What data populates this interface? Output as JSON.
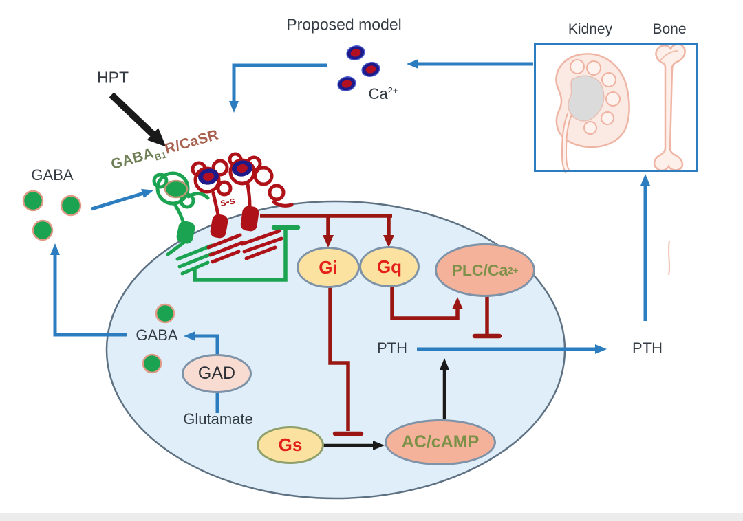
{
  "title": "Proposed model",
  "organs": {
    "kidney": "Kidney",
    "bone": "Bone"
  },
  "extracellular": {
    "hpt": "HPT",
    "gaba": "GABA",
    "ca_base": "Ca",
    "ca_sup": "2+",
    "receptor_gaba": "GABA",
    "receptor_sub": "B1",
    "receptor_tail": "R/CaSR",
    "ss": "s-s",
    "pth": "PTH"
  },
  "cell": {
    "gi": "Gi",
    "gq": "Gq",
    "plc_base": "PLC/Ca",
    "plc_sup": "2+",
    "gaba": "GABA",
    "gad": "GAD",
    "glutamate": "Glutamate",
    "gs": "Gs",
    "ac": "AC/cAMP",
    "pth": "PTH"
  },
  "colors": {
    "blue": "#2c7dc0",
    "dark_red": "#9a1612",
    "receptor_red": "#ae1117",
    "green": "#1ca351",
    "black": "#1a1a1a",
    "cell_fill": "#dfeef8",
    "cell_stroke": "#5d7183",
    "yellow_node": "#fbe2a0",
    "salmon_node": "#f5b29a",
    "pink_node": "#f8dcd2",
    "node_stroke": "#7f93a8",
    "red_text": "#e3201b",
    "olive_text": "#7d9048",
    "ion_ring": "#1e1a8a",
    "ion_core": "#b21020"
  }
}
